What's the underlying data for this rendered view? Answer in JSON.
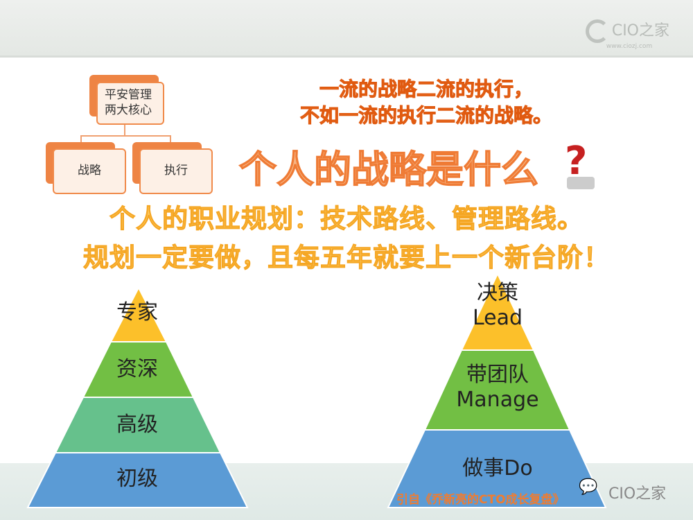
{
  "header": {
    "logo_text": "CIO之家",
    "logo_url_text": "www.ciozj.com"
  },
  "org_chart": {
    "root": [
      "平安管理",
      "两大核心"
    ],
    "children": [
      "战略",
      "执行"
    ]
  },
  "quote": [
    "一流的战略二流的执行，",
    "不如一流的执行二流的战略。"
  ],
  "headline": "个人的战略是什么",
  "career": [
    "个人的职业规划：技术路线、管理路线。",
    "规划一定要做，且每五年就要上一个新台阶！"
  ],
  "left_pyramid": [
    "专家",
    "资深",
    "高级",
    "初级"
  ],
  "right_pyramid": [
    {
      "zh": "决策",
      "en": "Lead"
    },
    {
      "zh": "带团队",
      "en": "Manage"
    },
    {
      "zh": "做事Do",
      "en": ""
    }
  ],
  "citation": "引自《乔新亮的CTO成长复盘》",
  "wechat": "CIO之家",
  "colors": {
    "yellow": "#fcc02a",
    "green": "#72bf44",
    "teal": "#66c18c",
    "blue": "#5b9bd5",
    "orange": "#f07c30"
  }
}
